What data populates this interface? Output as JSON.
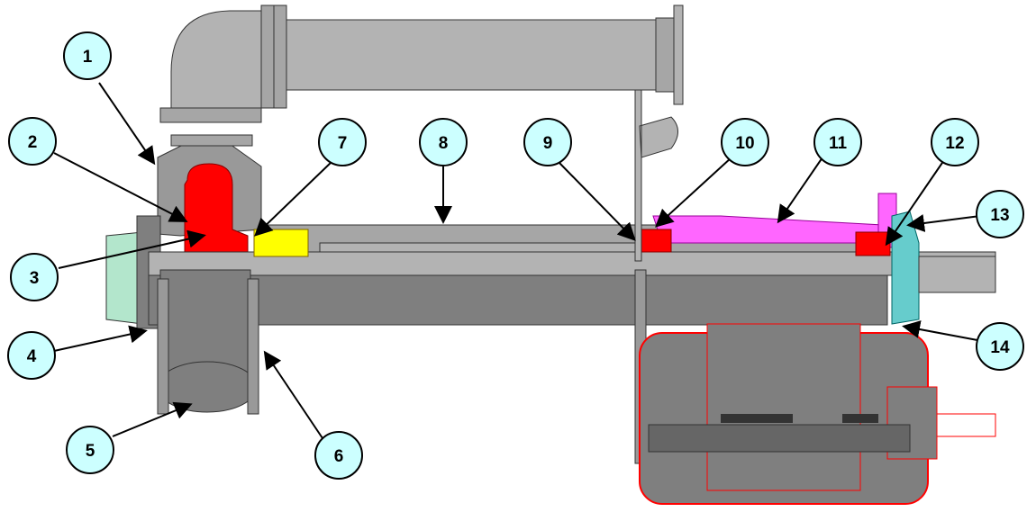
{
  "diagram": {
    "callouts": [
      {
        "id": "c1",
        "label": "1"
      },
      {
        "id": "c2",
        "label": "2"
      },
      {
        "id": "c3",
        "label": "3"
      },
      {
        "id": "c4",
        "label": "4"
      },
      {
        "id": "c5",
        "label": "5"
      },
      {
        "id": "c6",
        "label": "6"
      },
      {
        "id": "c7",
        "label": "7"
      },
      {
        "id": "c8",
        "label": "8"
      },
      {
        "id": "c9",
        "label": "9"
      },
      {
        "id": "c10",
        "label": "10"
      },
      {
        "id": "c11",
        "label": "11"
      },
      {
        "id": "c12",
        "label": "12"
      },
      {
        "id": "c13",
        "label": "13"
      },
      {
        "id": "c14",
        "label": "14"
      }
    ],
    "colors": {
      "callout_fill": "#ccffff",
      "callout_stroke": "#000000",
      "body_gray": "#b3b3b3",
      "dark_gray": "#7f7f7f",
      "impeller_red": "#ff0000",
      "seal_yellow": "#ffff00",
      "shaft_magenta": "#ff66ff",
      "bracket_cyan": "#66cccc",
      "motor_outline": "#ff0000"
    }
  }
}
